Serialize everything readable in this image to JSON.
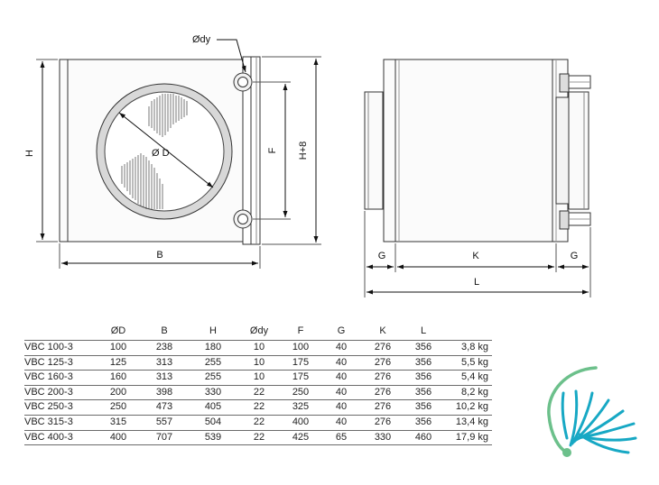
{
  "drawing": {
    "labels": {
      "ody": "Ødy",
      "od": "Ø D",
      "h": "H",
      "b": "B",
      "f": "F",
      "h8": "H+8",
      "g_left": "G",
      "k": "K",
      "g_right": "G",
      "l": "L"
    }
  },
  "table": {
    "headers": [
      "",
      "ØD",
      "B",
      "H",
      "Ødy",
      "F",
      "G",
      "K",
      "L",
      ""
    ],
    "rows": [
      [
        "VBC 100-3",
        "100",
        "238",
        "180",
        "10",
        "100",
        "40",
        "276",
        "356",
        "3,8 kg"
      ],
      [
        "VBC 125-3",
        "125",
        "313",
        "255",
        "10",
        "175",
        "40",
        "276",
        "356",
        "5,5 kg"
      ],
      [
        "VBC 160-3",
        "160",
        "313",
        "255",
        "10",
        "175",
        "40",
        "276",
        "356",
        "5,4 kg"
      ],
      [
        "VBC 200-3",
        "200",
        "398",
        "330",
        "22",
        "250",
        "40",
        "276",
        "356",
        "8,2 kg"
      ],
      [
        "VBC 250-3",
        "250",
        "473",
        "405",
        "22",
        "325",
        "40",
        "276",
        "356",
        "10,2 kg"
      ],
      [
        "VBC 315-3",
        "315",
        "557",
        "504",
        "22",
        "400",
        "40",
        "276",
        "356",
        "13,4 kg"
      ],
      [
        "VBC 400-3",
        "400",
        "707",
        "539",
        "22",
        "425",
        "65",
        "330",
        "460",
        "17,9 kg"
      ]
    ]
  },
  "colors": {
    "logo_teal": "#17a8c4",
    "logo_green": "#6cc08b"
  }
}
